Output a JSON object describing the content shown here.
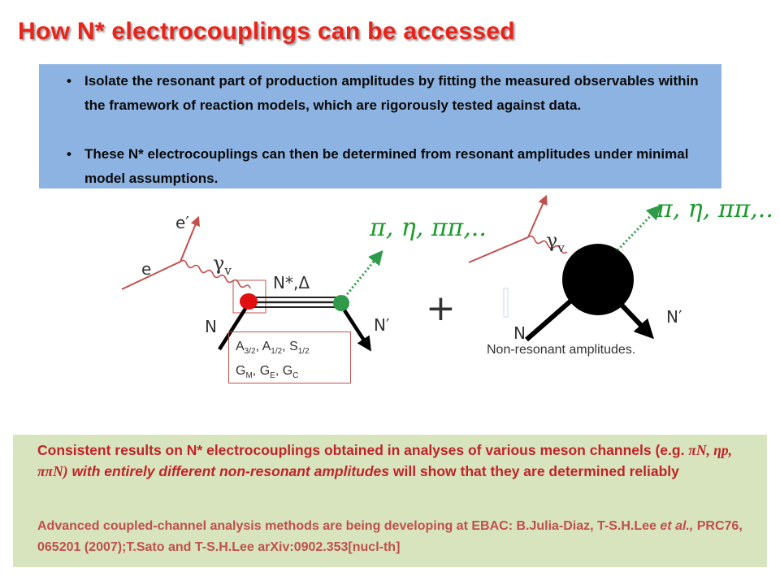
{
  "title": "How N* electrocouplings can be accessed",
  "bullets": [
    "Isolate the resonant part of production amplitudes by fitting the measured observables within the framework of reaction models, which are rigorously tested against data.",
    "These N* electrocouplings can then be determined from resonant amplitudes under minimal model assumptions."
  ],
  "diagram": {
    "left": {
      "e_in": "e",
      "e_out": "e′",
      "photon": "γ",
      "photon_sub": "v",
      "resonance": "N*,Δ",
      "nucleon_in": "N",
      "nucleon_out": "N′",
      "products": "π, η, ππ,..",
      "amp_line1": [
        "A",
        "3/2",
        ", A",
        "1/2",
        ", S",
        "1/2"
      ],
      "amp_line2": [
        "G",
        "M",
        ", G",
        "E",
        ", G",
        "C"
      ]
    },
    "plus": "+",
    "right": {
      "photon": "γ",
      "photon_sub": "v",
      "nucleon_in": "N",
      "nucleon_out": "N′",
      "products": "π, η, ππ,..",
      "caption": "Non-resonant amplitudes."
    }
  },
  "conclusion": {
    "part1": "Consistent results on N* electrocouplings  obtained in analyses of  various meson channels (e.g. ",
    "channels": "πN, ηp, ππN)",
    "part2": " with entirely different non-resonant amplitudes",
    "part3": " will show that they are determined reliably"
  },
  "reference": {
    "part1": "Advanced coupled-channel analysis methods are being developing at EBAC: B.Julia-Diaz, T-S.H.Lee ",
    "etal": "et al.,",
    "part2": " PRC76, 065201 (2007);T.Sato and T-S.H.Lee arXiv:0902.353[nucl-th]"
  },
  "colors": {
    "title": "#e8231a",
    "box_blue": "#8db3e2",
    "box_green": "#d7e4bd",
    "products": "#1a9a2a",
    "vertex_red": "#e01010",
    "vertex_green": "#2e9a4a"
  }
}
